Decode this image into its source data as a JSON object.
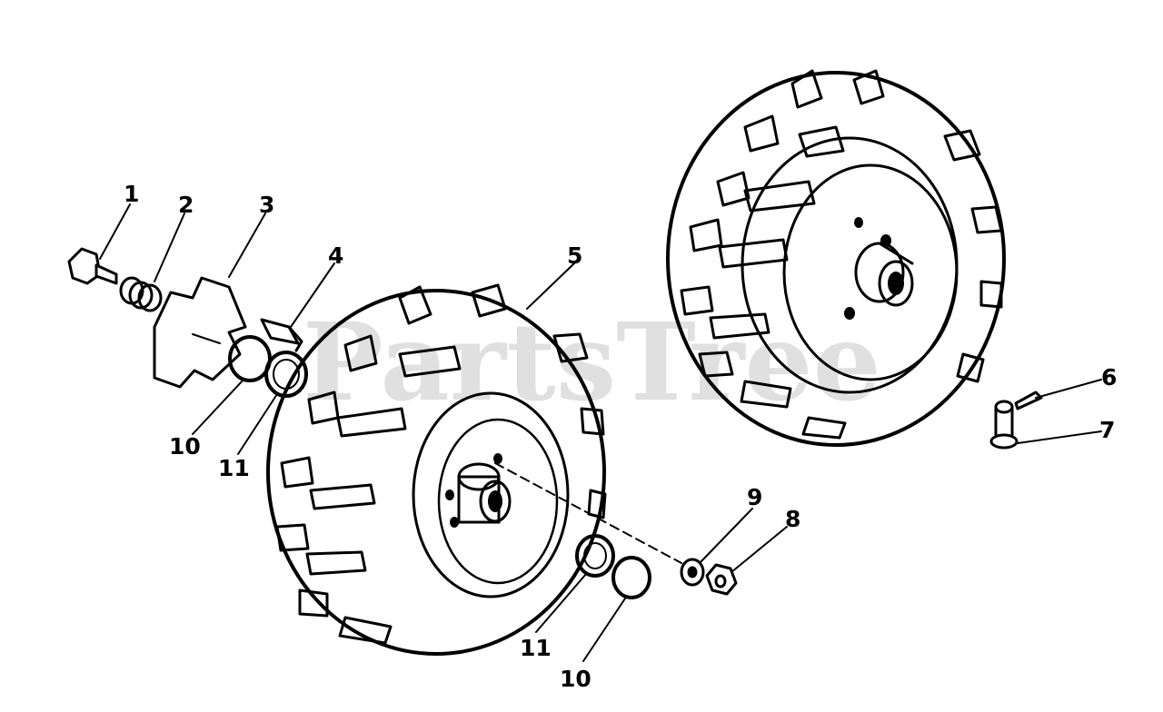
{
  "watermark": "PartsTree",
  "callouts": {
    "c1": "1",
    "c2": "2",
    "c3": "3",
    "c4": "4",
    "c5": "5",
    "c6": "6",
    "c7": "7",
    "c8": "8",
    "c9": "9",
    "c10a": "10",
    "c11a": "11",
    "c10b": "10",
    "c11b": "11"
  },
  "colors": {
    "ink": "#000000",
    "watermark": "#c8c8c8",
    "background": "#ffffff"
  }
}
